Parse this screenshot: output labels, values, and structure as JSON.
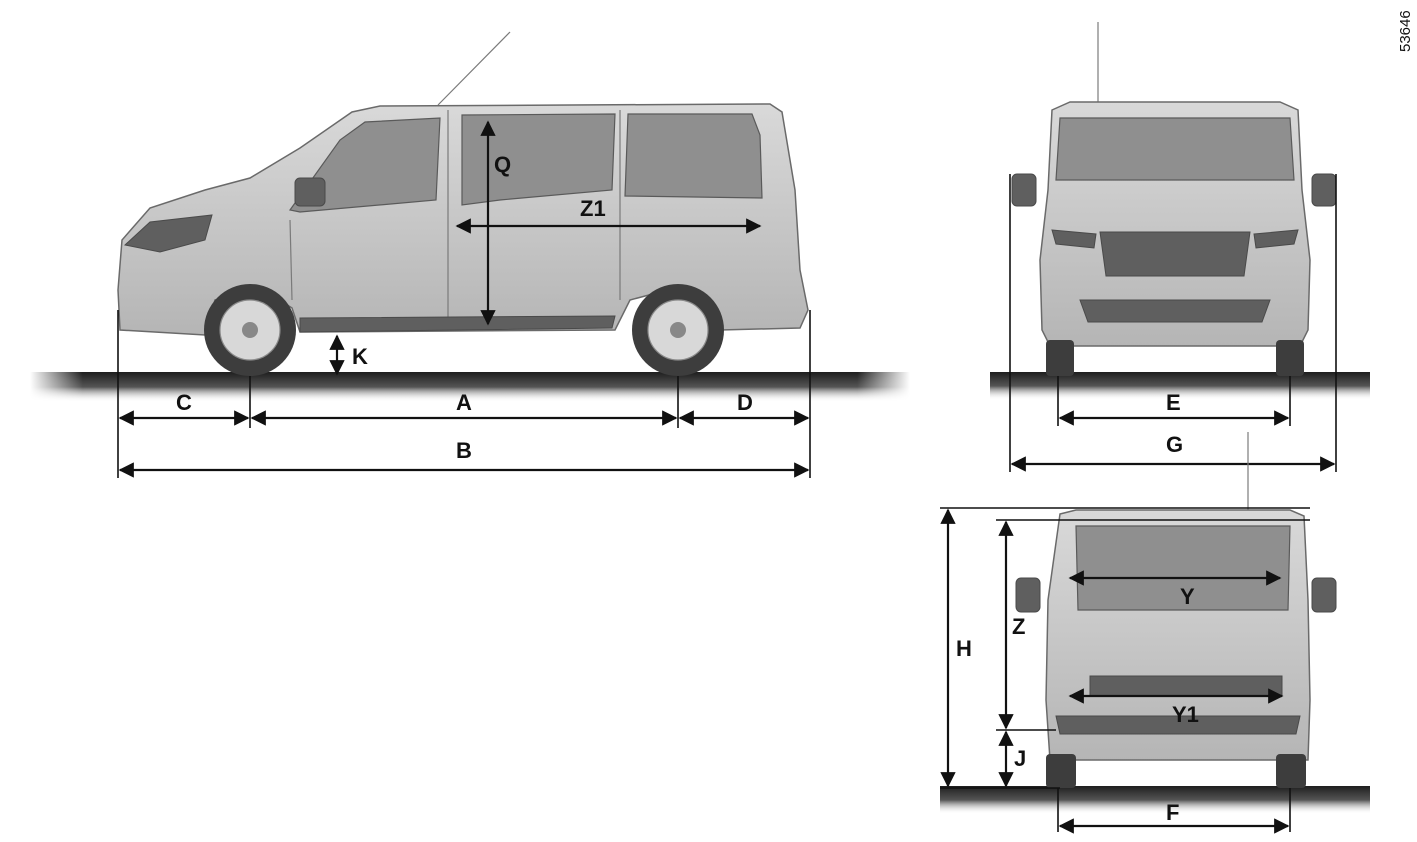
{
  "reference_number": "53646",
  "labels": {
    "A": "A",
    "B": "B",
    "C": "C",
    "D": "D",
    "E": "E",
    "F": "F",
    "G": "G",
    "H": "H",
    "J": "J",
    "K": "K",
    "Q": "Q",
    "Y": "Y",
    "Y1": "Y1",
    "Z": "Z",
    "Z1": "Z1"
  },
  "colors": {
    "vehicle_body": "#c9c9c9",
    "ground_shadow": "#3a3a3a",
    "dimension_lines": "#111111"
  }
}
